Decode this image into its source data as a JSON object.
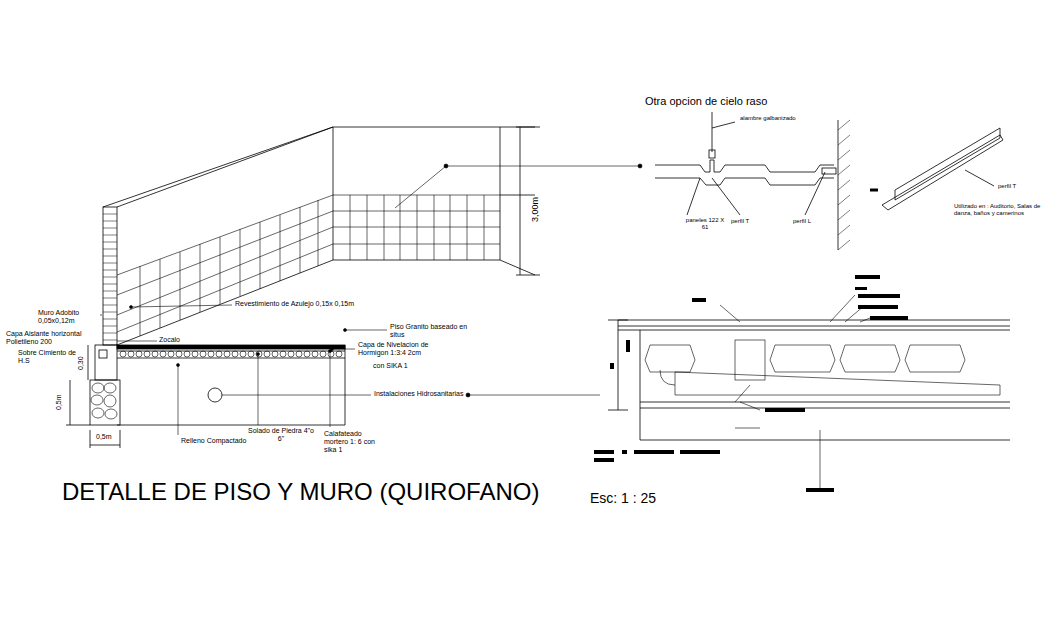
{
  "diagram": {
    "title": "DETALLE DE PISO Y MURO (QUIROFANO)",
    "labels": [
      "Otra opcion de cielo raso",
      "alambre galbanizado",
      "paneles 122 X 61",
      "perfil T",
      "perfil L",
      "perfil T",
      "Utilizado en : Auditorio, Salas de danza, baños y camerinos",
      "3,00m",
      "Muro Adobito 0,05x0,12m",
      "Revestimiento de Azulejo 0,15x 0,15m",
      "Capa Aislante horizontal Polietileno 200",
      "Sobre Cimiento de H.S",
      "Zocalo",
      "Piso Granito baseado en situs",
      "Capa de Nivelacion de Hormigon 1:3:4 2cm",
      "con SIKA 1",
      "0,30",
      "0,5m",
      "0,5m",
      "Instalaciones Hidrosanitarias",
      "Relleno Compactado",
      "Solado de Piedra 4\"o 6\"",
      "Calafateado mortero 1: 6 con sika 1",
      "Esc: 1 : 25"
    ]
  }
}
